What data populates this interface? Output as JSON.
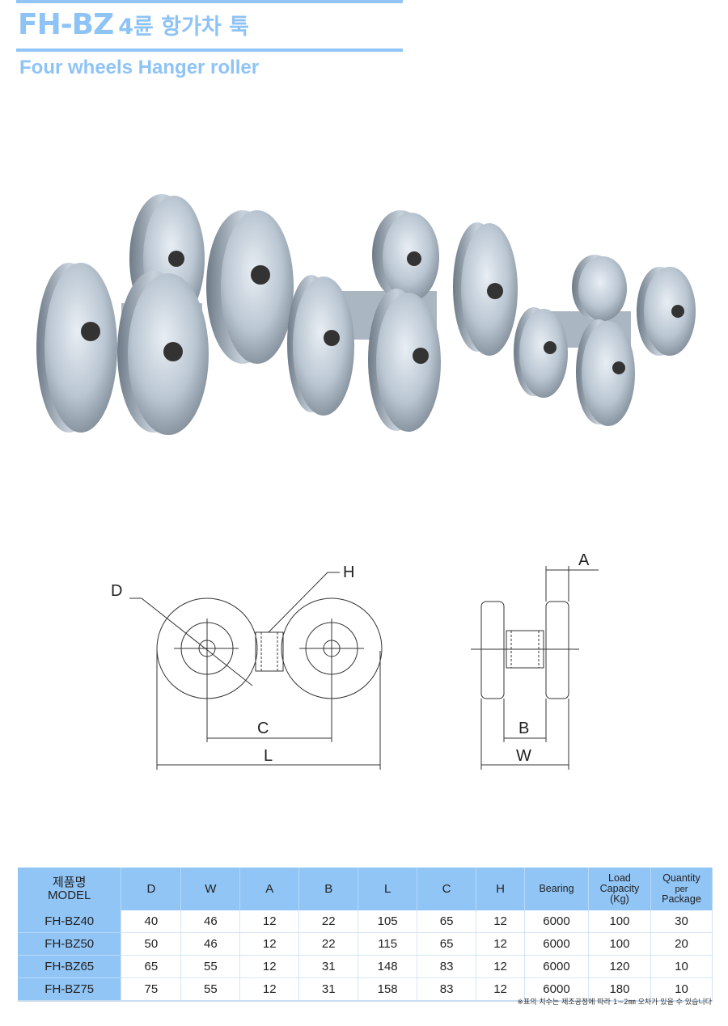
{
  "header": {
    "model_code": "FH-BZ",
    "title_ko": "4륜 항가차 툭",
    "subtitle": "Four wheels Hanger roller"
  },
  "diagram": {
    "front_labels": {
      "D": "D",
      "H": "H",
      "C": "C",
      "L": "L"
    },
    "side_labels": {
      "A": "A",
      "B": "B",
      "W": "W"
    }
  },
  "table": {
    "headers": {
      "model_ko": "제품명",
      "model_en": "MODEL",
      "D": "D",
      "W": "W",
      "A": "A",
      "B": "B",
      "L": "L",
      "C": "C",
      "H": "H",
      "bearing": "Bearing",
      "load_1": "Load",
      "load_2": "Capacity",
      "load_3": "(Kg)",
      "qty_1": "Quantity",
      "qty_2": "per",
      "qty_3": "Package"
    },
    "rows": [
      [
        "FH-BZ40",
        "40",
        "46",
        "12",
        "22",
        "105",
        "65",
        "12",
        "6000",
        "100",
        "30"
      ],
      [
        "FH-BZ50",
        "50",
        "46",
        "12",
        "22",
        "115",
        "65",
        "12",
        "6000",
        "100",
        "20"
      ],
      [
        "FH-BZ65",
        "65",
        "55",
        "12",
        "31",
        "148",
        "83",
        "12",
        "6000",
        "120",
        "10"
      ],
      [
        "FH-BZ75",
        "75",
        "55",
        "12",
        "31",
        "158",
        "83",
        "12",
        "6000",
        "180",
        "10"
      ]
    ],
    "footnote": "※표의 치수는 제조공정에 따라 1~2㎜ 오차가 있을 수 있습니다"
  }
}
